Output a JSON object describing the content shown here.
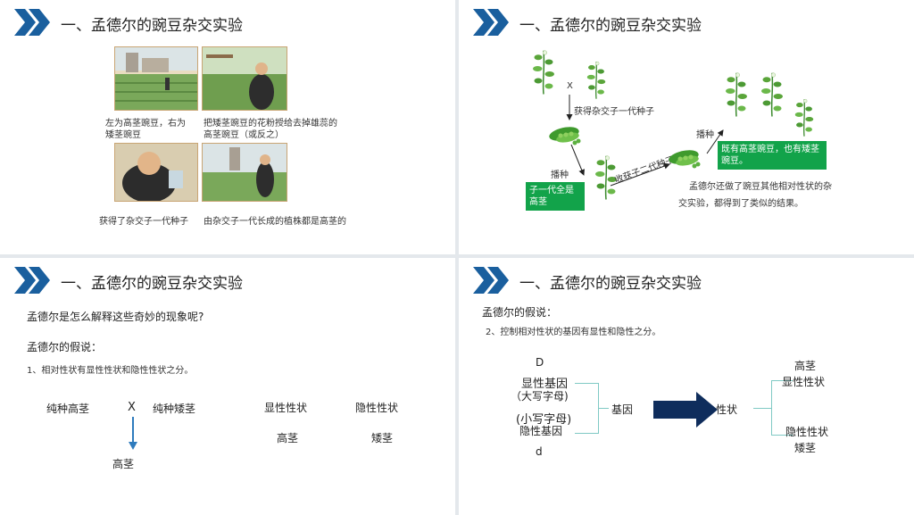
{
  "colors": {
    "accent": "#1a5f9e",
    "green": "#12a34a",
    "arrow_navy": "#0f2d5c",
    "bracket": "#7fc9c4"
  },
  "slide1": {
    "title": "一、孟德尔的豌豆杂交实验",
    "caption1a": "左为高茎豌豆，右为",
    "caption1b": "矮茎豌豆",
    "caption2a": "把矮茎豌豆的花粉授给去掉雄蕊的",
    "caption2b": "高茎豌豆（或反之）",
    "caption3": "获得了杂交子一代种子",
    "caption4": "由杂交子一代长成的植株都是高茎的"
  },
  "slide2": {
    "title": "一、孟德尔的豌豆杂交实验",
    "cross": "X",
    "get_seeds": "获得杂交子一代种子",
    "sow1": "播种",
    "f1_box": "子一代全是高茎",
    "harvest": "收获子二代种子",
    "sow2": "播种",
    "result_box": "既有高茎豌豆，也有矮茎豌豆。",
    "note_line1": "孟德尔还做了豌豆其他相对性状的杂",
    "note_line2": "交实验，都得到了类似的结果。"
  },
  "slide3": {
    "title": "一、孟德尔的豌豆杂交实验",
    "question": "孟德尔是怎么解释这些奇妙的现象呢?",
    "hypothesis_label": "孟德尔的假说：",
    "point1": "1、相对性状有显性性状和隐性性状之分。",
    "pure_tall": "纯种高茎",
    "cross": "X",
    "pure_short": "纯种矮茎",
    "offspring": "高茎",
    "dominant": "显性性状",
    "recessive": "隐性性状",
    "dominant_example": "高茎",
    "recessive_example": "矮茎"
  },
  "slide4": {
    "title": "一、孟德尔的豌豆杂交实验",
    "hypothesis_label": "孟德尔的假说：",
    "point2": "2、控制相对性状的基因有显性和隐性之分。",
    "D": "D",
    "dominant_gene": "显性基因",
    "uppercase": "（大写字母)",
    "lowercase": "(小写字母)",
    "recessive_gene": "隐性基因",
    "d": "d",
    "gene": "基因",
    "trait": "性状",
    "tall": "高茎",
    "dominant_trait": "显性性状",
    "recessive_trait": "隐性性状",
    "short": "矮茎"
  }
}
